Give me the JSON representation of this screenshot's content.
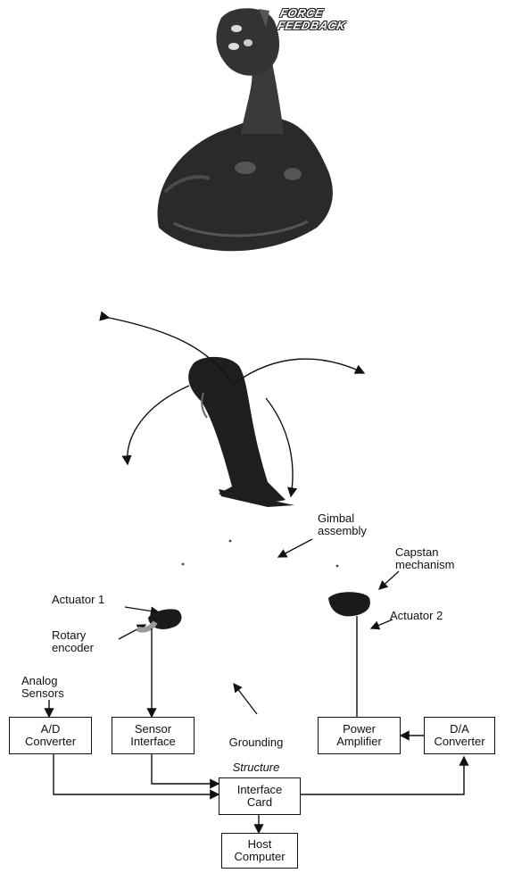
{
  "logo": {
    "line1": "FORCE",
    "line2": "FEEDBACK"
  },
  "labels": {
    "gimbal": "Gimbal\nassembly",
    "capstan": "Capstan\nmechanism",
    "actuator1": "Actuator 1",
    "actuator2": "Actuator 2",
    "rotary_encoder": "Rotary\nencoder",
    "analog_sensors": "Analog\nSensors",
    "grounding_line1": "Grounding",
    "grounding_line2": "Structure"
  },
  "blocks": {
    "ad_converter": "A/D\nConverter",
    "sensor_interface": "Sensor\nInterface",
    "power_amplifier": "Power\nAmplifier",
    "da_converter": "D/A\nConverter",
    "interface_card": "Interface\nCard",
    "host_computer": "Host\nComputer"
  }
}
